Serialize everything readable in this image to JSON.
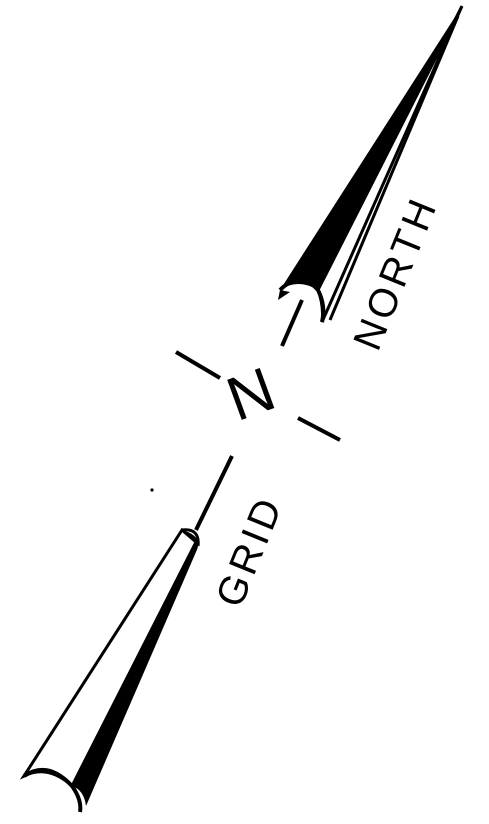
{
  "symbol": {
    "type": "grid-north-arrow",
    "labels": {
      "north_word": "NORTH",
      "grid_word": "GRID",
      "n_letter": "N"
    },
    "colors": {
      "ink": "#000000",
      "background": "#ffffff"
    }
  }
}
